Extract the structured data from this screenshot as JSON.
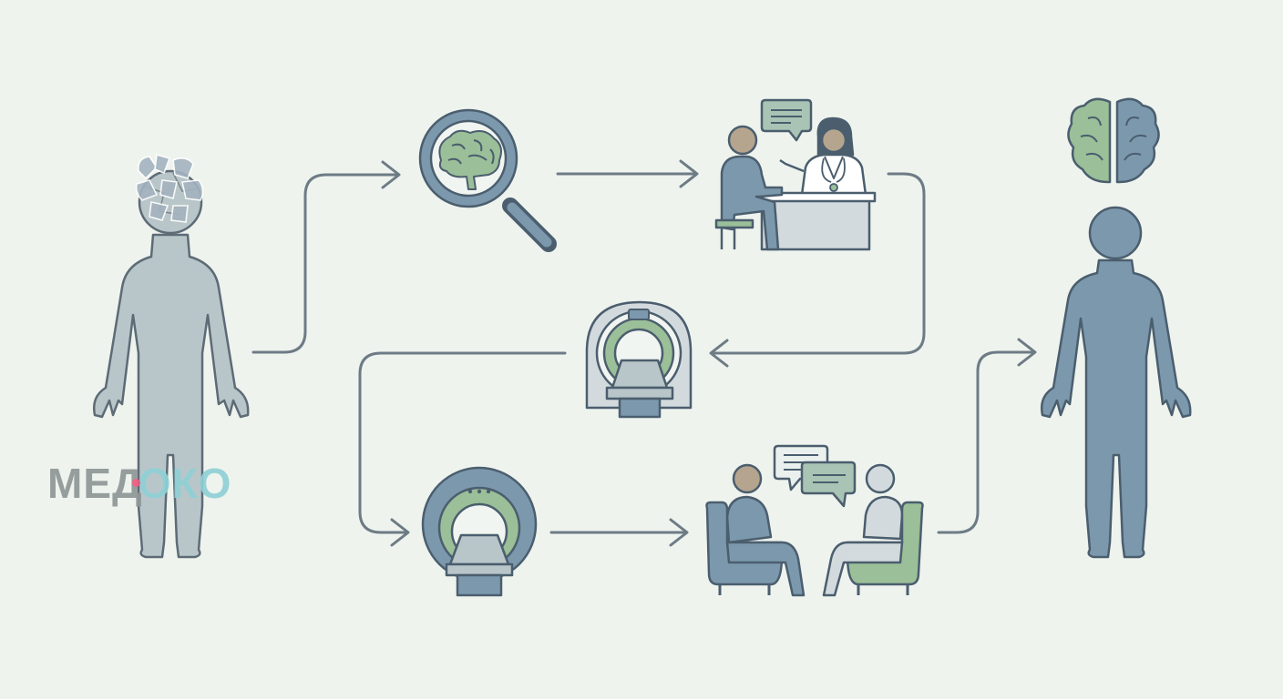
{
  "watermark": {
    "part_a": "МЕД",
    "part_b": "ОКО"
  },
  "colors": {
    "background": "#eef3ee",
    "outline": "#4b5e6e",
    "arrow": "#6d7b85",
    "figure_faded": "#b9c6c9",
    "figure_blue": "#7c98ad",
    "accent_green": "#9bbf98",
    "desk": "#d3dadd",
    "chat_bubble": "#a9c4b4",
    "watermark_gray": "#8f9797",
    "watermark_teal": "#8fd0d6",
    "watermark_dot": "#f05a7e"
  },
  "nodes": [
    {
      "name": "patient-before",
      "icon": "faded-person-with-fragmented-brain-icon"
    },
    {
      "name": "diagnosis",
      "icon": "magnifier-brain-icon"
    },
    {
      "name": "consultation",
      "icon": "doctor-consultation-icon"
    },
    {
      "name": "scan-1",
      "icon": "ct-scanner-icon"
    },
    {
      "name": "scan-2",
      "icon": "mri-scanner-icon"
    },
    {
      "name": "therapy",
      "icon": "therapy-session-icon"
    },
    {
      "name": "patient-after",
      "icon": "healthy-person-with-brain-icon"
    }
  ]
}
